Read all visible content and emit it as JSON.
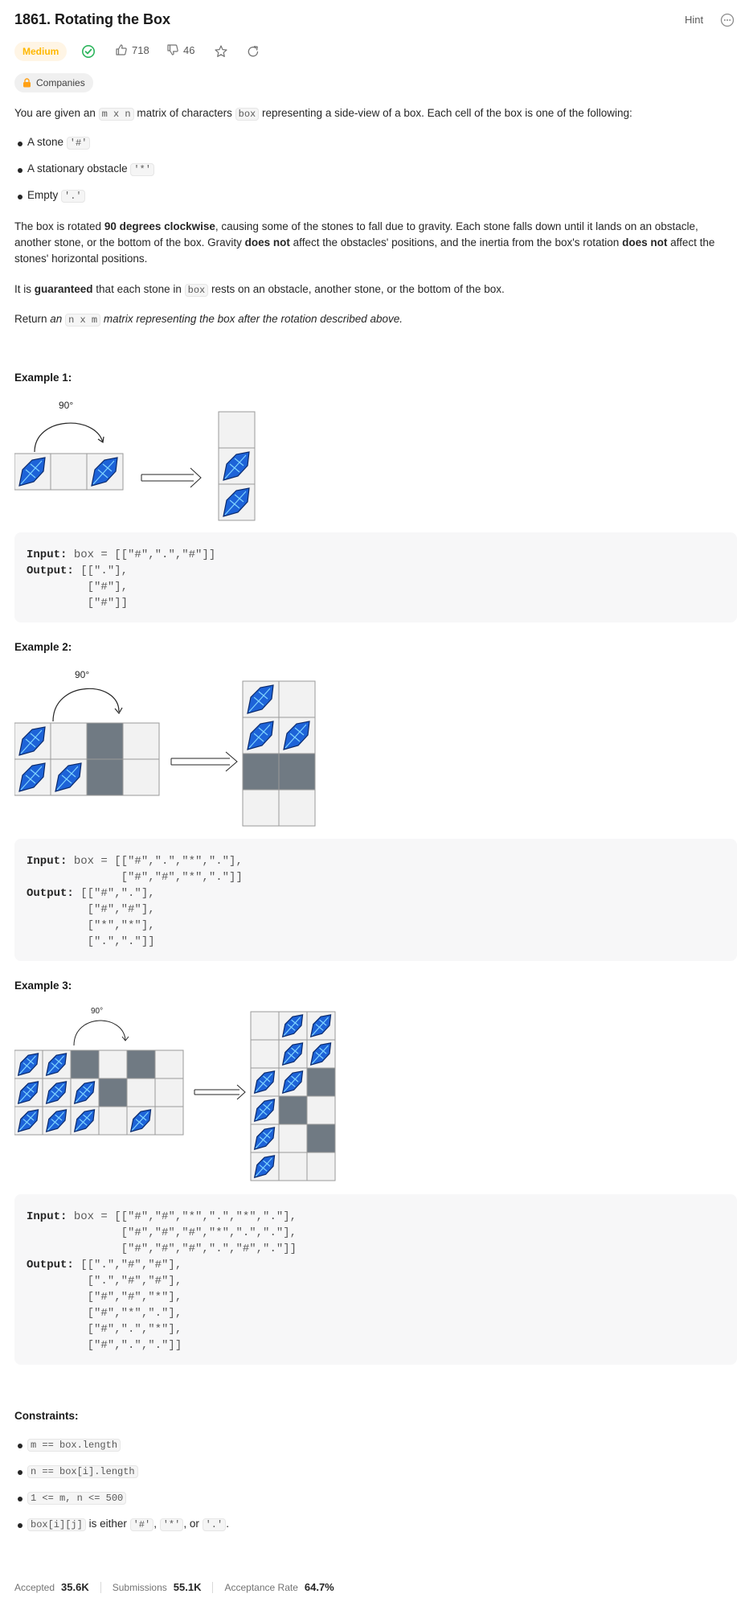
{
  "problem": {
    "title": "1861. Rotating the Box",
    "hint_label": "Hint",
    "difficulty": "Medium",
    "likes": "718",
    "dislikes": "46",
    "companies_label": "Companies"
  },
  "description": {
    "p1_pre": "You are given an ",
    "p1_code1": "m x n",
    "p1_mid": " matrix of characters ",
    "p1_code2": "box",
    "p1_post": " representing a side-view of a box. Each cell of the box is one of the following:",
    "items": [
      {
        "text": "A stone ",
        "code": "'#'"
      },
      {
        "text": "A stationary obstacle ",
        "code": "'*'"
      },
      {
        "text": "Empty ",
        "code": "'.'"
      }
    ],
    "p2_a": "The box is rotated ",
    "p2_b": "90 degrees clockwise",
    "p2_c": ", causing some of the stones to fall due to gravity. Each stone falls down until it lands on an obstacle, another stone, or the bottom of the box. Gravity ",
    "p2_d": "does not",
    "p2_e": " affect the obstacles' positions, and the inertia from the box's rotation ",
    "p2_f": "does not",
    "p2_g": " affect the stones' horizontal positions.",
    "p3_a": "It is ",
    "p3_b": "guaranteed",
    "p3_c": " that each stone in ",
    "p3_code": "box",
    "p3_d": " rests on an obstacle, another stone, or the bottom of the box.",
    "p4_a": "Return ",
    "p4_b": "an ",
    "p4_code": "n x m",
    "p4_c": " matrix representing the box after the rotation described above."
  },
  "examples": [
    {
      "heading": "Example 1:",
      "angle": "90°",
      "input_label": "Input:",
      "input_value": " box = [[\"#\",\".\",\"#\"]]",
      "output_label": "Output:",
      "output_lines": [
        " [[\".\"],",
        "         [\"#\"],",
        "         [\"#\"]]"
      ]
    },
    {
      "heading": "Example 2:",
      "angle": "90°",
      "input_label": "Input:",
      "input_value": " box = [[\"#\",\".\",\"*\",\".\"],\n              [\"#\",\"#\",\"*\",\".\"]]",
      "output_label": "Output:",
      "output_lines": [
        " [[\"#\",\".\"],",
        "         [\"#\",\"#\"],",
        "         [\"*\",\"*\"],",
        "         [\".\",\".\"]]"
      ]
    },
    {
      "heading": "Example 3:",
      "angle": "90°",
      "input_label": "Input:",
      "input_value": " box = [[\"#\",\"#\",\"*\",\".\",\"*\",\".\"],\n              [\"#\",\"#\",\"#\",\"*\",\".\",\".\"],\n              [\"#\",\"#\",\"#\",\".\",\"#\",\".\"]]",
      "output_label": "Output:",
      "output_lines": [
        " [[\".\",\"#\",\"#\"],",
        "         [\".\",\"#\",\"#\"],",
        "         [\"#\",\"#\",\"*\"],",
        "         [\"#\",\"*\",\".\"],",
        "         [\"#\",\".\",\"*\"],",
        "         [\"#\",\".\",\".\"]]"
      ]
    }
  ],
  "constraints": {
    "heading": "Constraints:",
    "items": [
      {
        "code": "m == box.length",
        "text": ""
      },
      {
        "code": "n == box[i].length",
        "text": ""
      },
      {
        "code": "1 <= m, n <= 500",
        "text": ""
      },
      {
        "code": "box[i][j]",
        "text": " is either ",
        "code2": "'#'",
        "text2": ", ",
        "code3": "'*'",
        "text3": ", or ",
        "code4": "'.'",
        "text4": "."
      }
    ]
  },
  "stats": {
    "accepted_label": "Accepted",
    "accepted": "35.6K",
    "submissions_label": "Submissions",
    "submissions": "55.1K",
    "rate_label": "Acceptance Rate",
    "rate": "64.7%"
  },
  "colors": {
    "obstacle": "#707a83",
    "stone": "#1d63d8",
    "medium": "#ffb800",
    "solved": "#2db55d"
  }
}
